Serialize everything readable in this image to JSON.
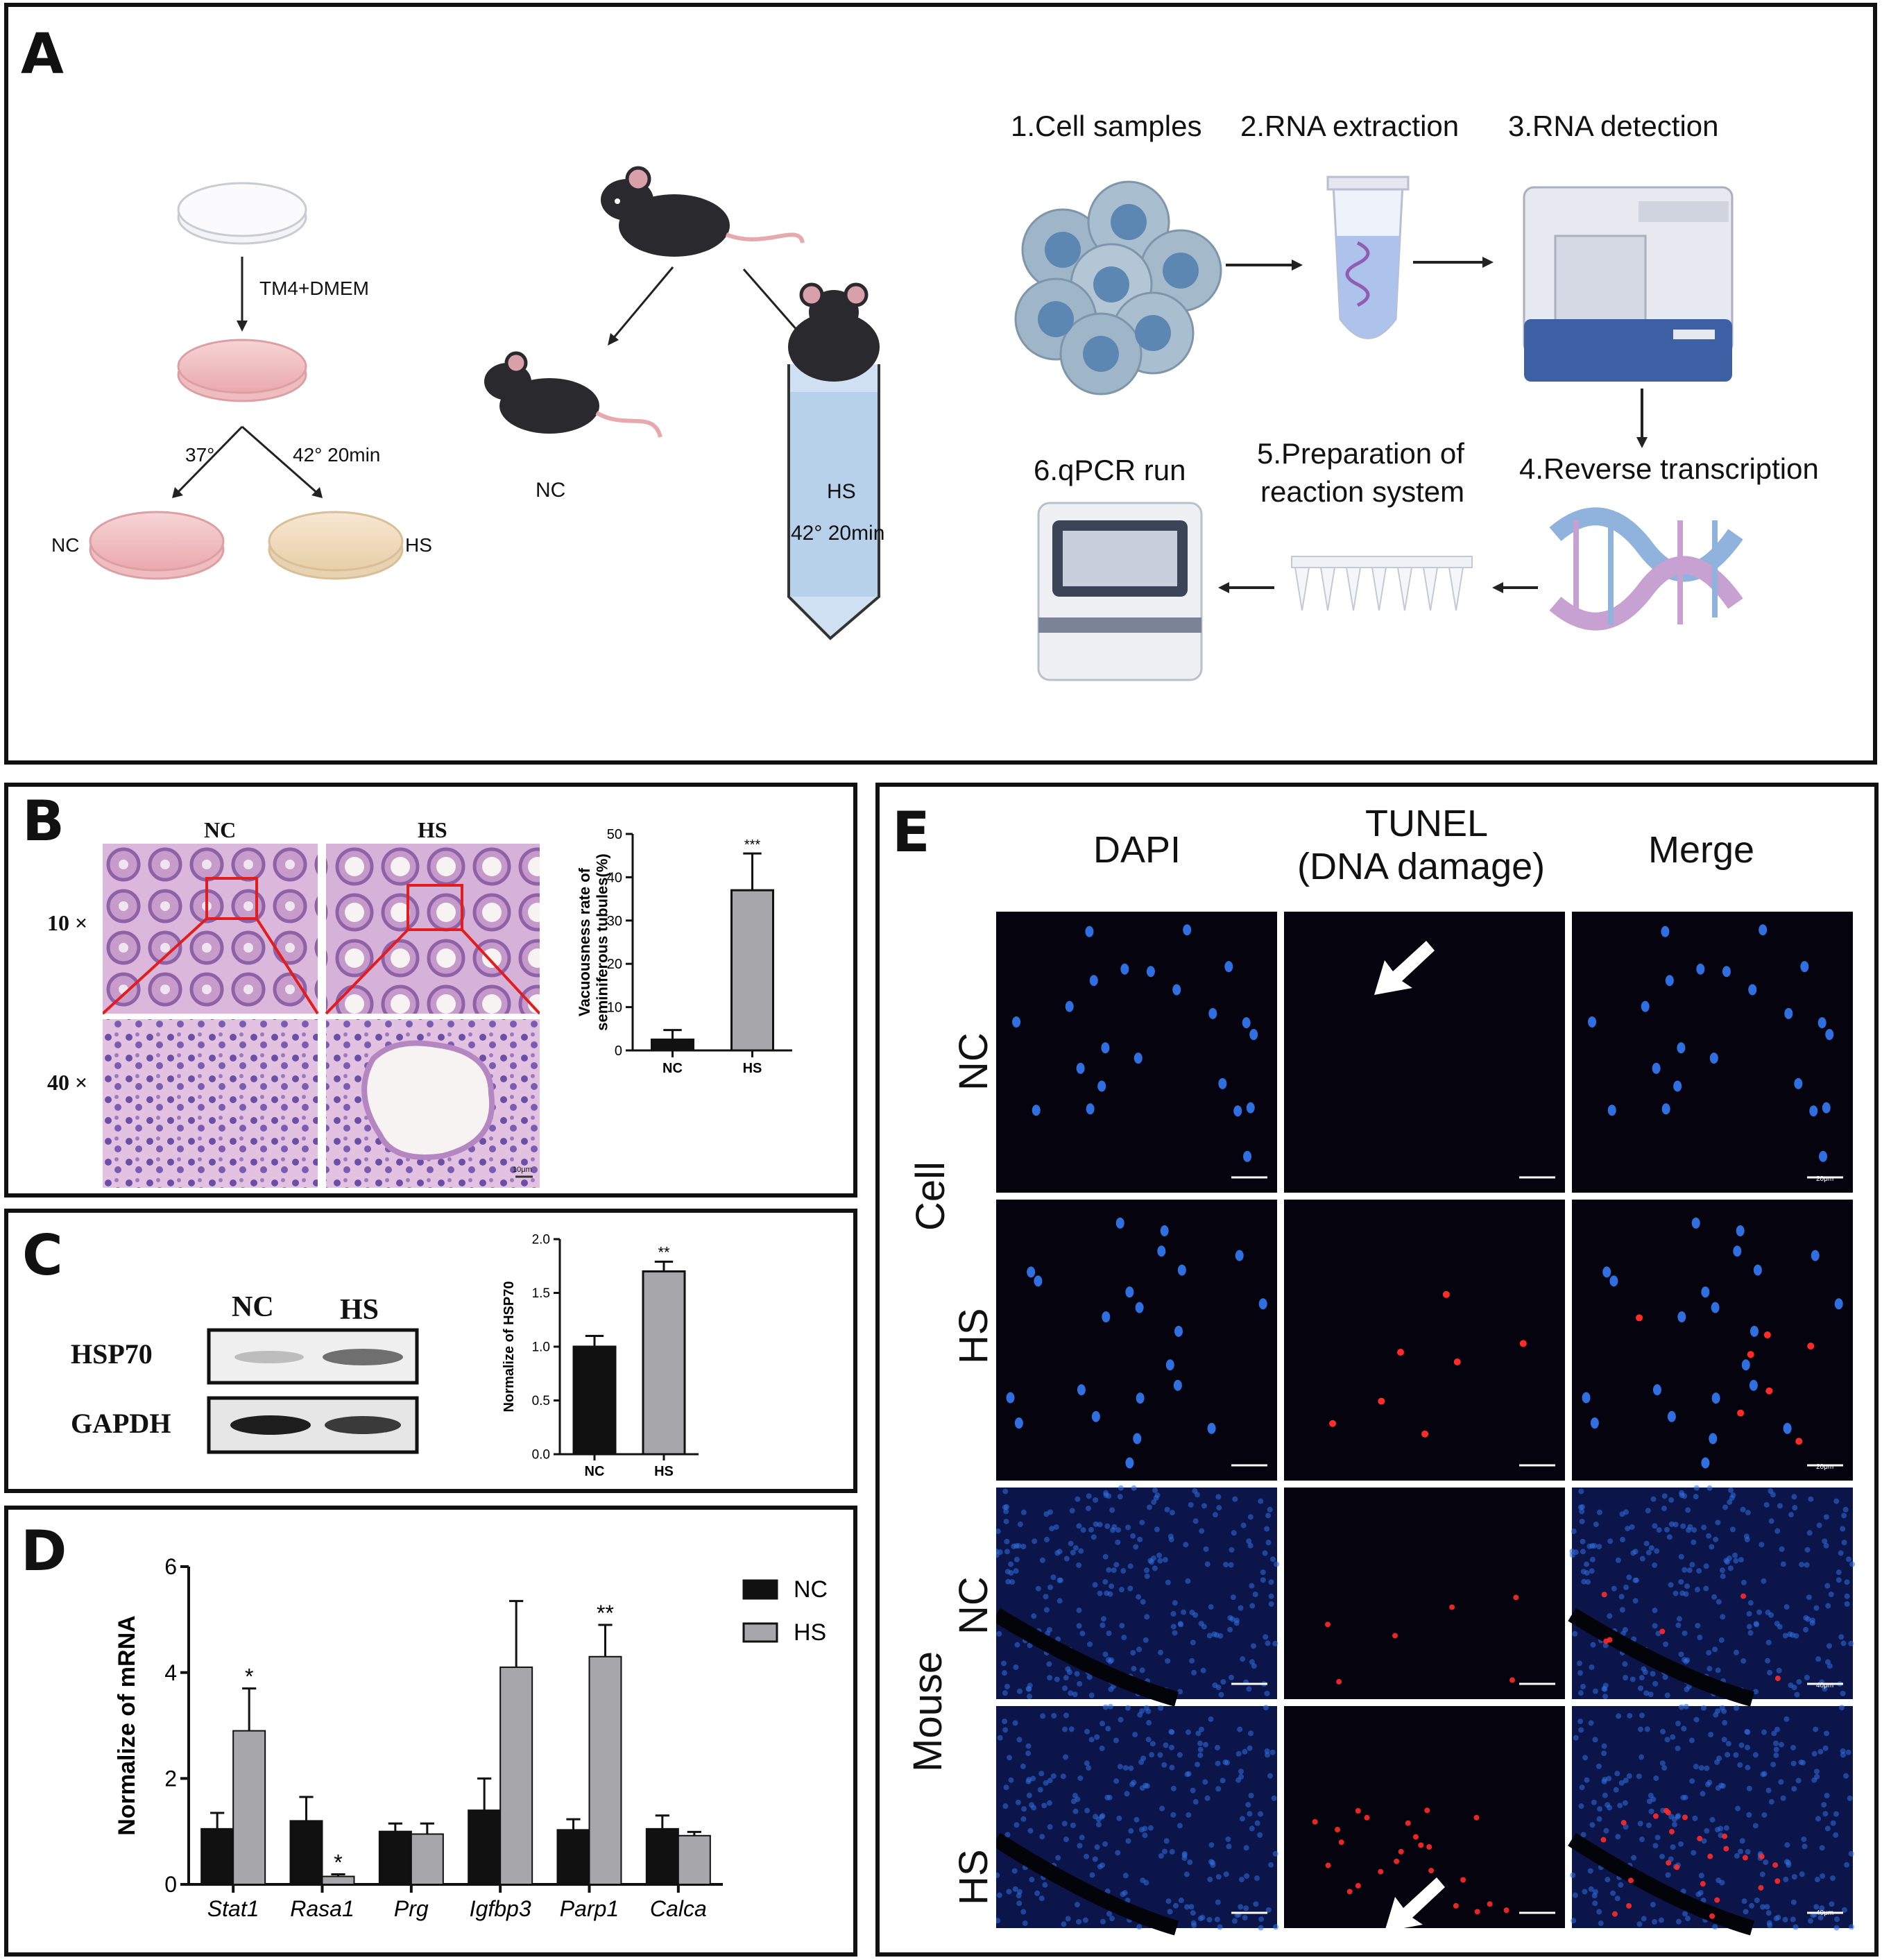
{
  "panel_labels": {
    "a": "A",
    "b": "B",
    "c": "C",
    "d": "D",
    "e": "E"
  },
  "panel_a": {
    "culture": {
      "medium": "TM4+DMEM",
      "temp_nc": "37°",
      "temp_hs": "42° 20min",
      "nc": "NC",
      "hs": "HS"
    },
    "mouse": {
      "nc": "NC",
      "hs": "HS",
      "hs_condition": "42° 20min"
    },
    "workflow": {
      "step1": "1.Cell samples",
      "step2": "2.RNA extraction",
      "step3": "3.RNA detection",
      "step4": "4.Reverse transcription",
      "step5_line1": "5.Preparation of",
      "step5_line2": "reaction system",
      "step6": "6.qPCR run"
    }
  },
  "panel_b": {
    "col_nc": "NC",
    "col_hs": "HS",
    "row_10x": "10 ×",
    "row_40x": "40 ×",
    "scale_small": "10μm",
    "colors": {
      "he_bg": "#e9cfe6",
      "he_tissue": "#c7a3cf",
      "he_nuclei": "#6b4fa6",
      "lumen": "#f6f3f2"
    }
  },
  "panel_c": {
    "lane_nc": "NC",
    "lane_hs": "HS",
    "band_hsp70": "HSP70",
    "band_gapdh": "GAPDH"
  },
  "panel_e": {
    "col_dapi": "DAPI",
    "col_tunel_line1": "TUNEL",
    "col_tunel_line2": "(DNA damage)",
    "col_merge": "Merge",
    "group_cell": "Cell",
    "group_mouse": "Mouse",
    "row_nc": "NC",
    "row_hs": "HS",
    "scale_cell": "20μm",
    "scale_mouse": "40μm",
    "colors": {
      "dapi": "#2f6fe0",
      "tunel": "#ff2b2b",
      "background": "#05030d"
    }
  },
  "chart_data": [
    {
      "id": "b",
      "type": "bar",
      "categories": [
        "NC",
        "HS"
      ],
      "values": [
        2.5,
        37
      ],
      "errors": [
        2.2,
        8.5
      ],
      "significance": [
        "",
        "***"
      ],
      "colors": [
        "#111111",
        "#a7a7ab"
      ],
      "title": "",
      "xlabel": "",
      "ylabel_line1": "Vacuousness rate of",
      "ylabel_line2": "seminiferous tubules(%)",
      "ylim": [
        0,
        50
      ],
      "yticks": [
        "0",
        "10",
        "20",
        "30",
        "40",
        "50"
      ]
    },
    {
      "id": "c",
      "type": "bar",
      "categories": [
        "NC",
        "HS"
      ],
      "values": [
        1.0,
        1.7
      ],
      "errors": [
        0.1,
        0.09
      ],
      "significance": [
        "",
        "**"
      ],
      "colors": [
        "#111111",
        "#a7a7ab"
      ],
      "title": "",
      "xlabel": "",
      "ylabel": "Normalize of HSP70",
      "ylim": [
        0,
        2.0
      ],
      "yticks": [
        "0.0",
        "0.5",
        "1.0",
        "1.5",
        "2.0"
      ]
    },
    {
      "id": "d",
      "type": "bar",
      "categories": [
        "Stat1",
        "Rasa1",
        "Prg",
        "Igfbp3",
        "Parp1",
        "Calca"
      ],
      "series": [
        {
          "name": "NC",
          "color": "#111111",
          "values": [
            1.05,
            1.2,
            1.0,
            1.4,
            1.03,
            1.05
          ],
          "errors": [
            0.3,
            0.45,
            0.15,
            0.6,
            0.2,
            0.25
          ],
          "significance": [
            "",
            "",
            "",
            "",
            "",
            ""
          ]
        },
        {
          "name": "HS",
          "color": "#a7a7ab",
          "values": [
            2.9,
            0.15,
            0.95,
            4.1,
            4.3,
            0.92
          ],
          "errors": [
            0.8,
            0.04,
            0.2,
            1.25,
            0.6,
            0.07
          ],
          "significance": [
            "*",
            "*",
            "",
            "",
            "**",
            ""
          ]
        }
      ],
      "title": "",
      "xlabel": "",
      "ylabel": "Normalize of mRNA",
      "ylim": [
        0,
        6
      ],
      "yticks": [
        "0",
        "2",
        "4",
        "6"
      ],
      "legend_position": "top-right"
    }
  ]
}
